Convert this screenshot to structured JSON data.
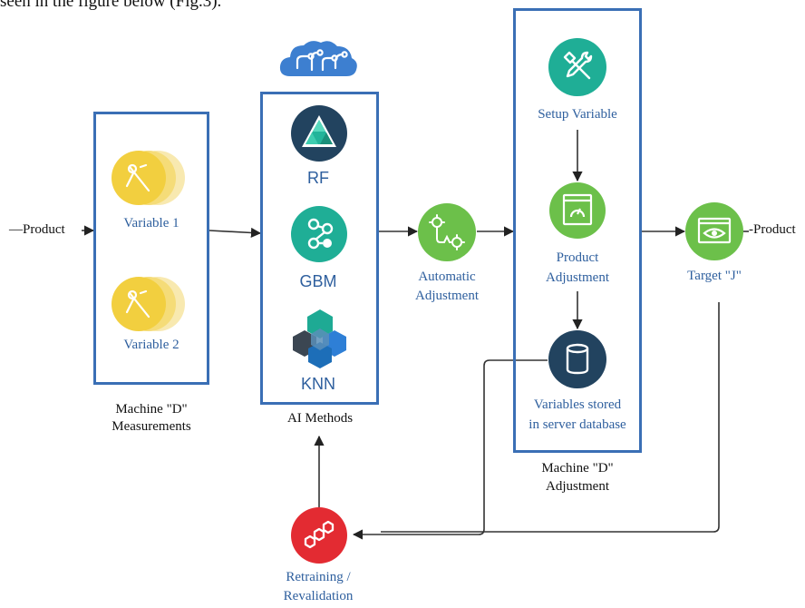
{
  "caption_fragment": "seen in the figure below (Fig.3).",
  "input_label": "—Product",
  "output_label": "-Product",
  "measurement": {
    "var1": "Variable 1",
    "var2": "Variable 2",
    "group_label_1": "Machine \"D\"",
    "group_label_2": "Measurements"
  },
  "ai": {
    "m1": "RF",
    "m2": "GBM",
    "m3": "KNN",
    "group_label": "AI Methods"
  },
  "auto": {
    "l1": "Automatic",
    "l2": "Adjustment"
  },
  "adjust": {
    "setup": "Setup Variable",
    "prod1": "Product",
    "prod2": "Adjustment",
    "store1": "Variables stored",
    "store2": "in server database",
    "group_label_1": "Machine \"D\"",
    "group_label_2": "Adjustment"
  },
  "target": "Target \"J\"",
  "retrain": {
    "l1": "Retraining /",
    "l2": "Revalidation"
  },
  "colors": {
    "box_border": "#3a6fb5",
    "yellow": "#f2cf3f",
    "teal": "#1fae96",
    "green": "#6cc04a",
    "red": "#e32b32",
    "navy": "#22435f",
    "label_blue": "#2e5f9e"
  }
}
